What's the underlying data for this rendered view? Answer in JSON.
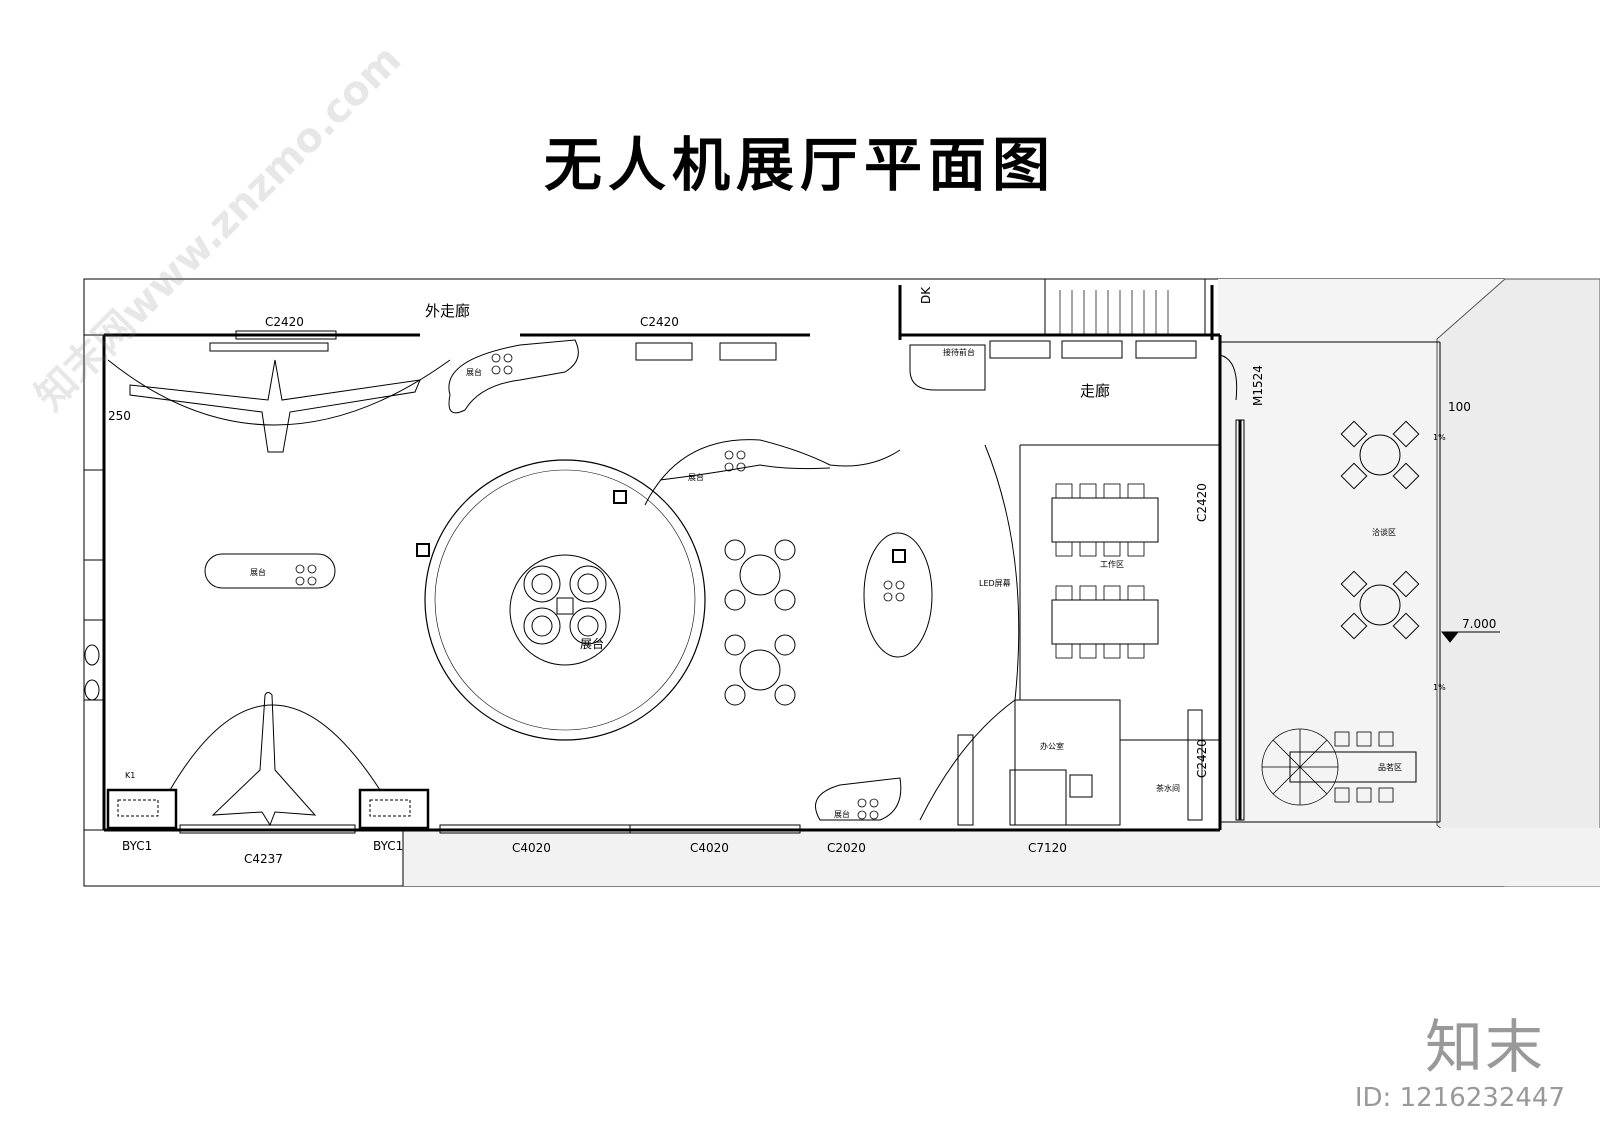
{
  "title": "无人机展厅平面图",
  "labels": {
    "outer_corridor": "外走廊",
    "corridor": "走廊",
    "window_top_left": "C2420",
    "window_top_mid": "C2420",
    "window_right_1": "C2420",
    "window_right_2": "C2420",
    "door_m1524": "M1524",
    "dk": "DK",
    "dim_250": "250",
    "dim_100": "100",
    "level_7000": "7.000",
    "slope_1": "1%",
    "slope_2": "1%",
    "k1": "K1",
    "byc1_left": "BYC1",
    "byc1_right": "BYC1",
    "c4237": "C4237",
    "c4020_a": "C4020",
    "c4020_b": "C4020",
    "c2020": "C2020",
    "c7120": "C7120",
    "reception": "接待前台",
    "led_screen": "LED屏幕",
    "work_area": "工作区",
    "office": "办公室",
    "tea_room": "茶水间",
    "negotiation": "洽谈区",
    "tasting": "品茗区",
    "stage_center": "展台",
    "stage_left": "展台",
    "stage_top": "展台",
    "stage_curve": "展台",
    "stage_bottom": "展台"
  },
  "brand": "知末",
  "image_id": "ID: 1216232447",
  "watermark": "知末网www.znzmo.com"
}
